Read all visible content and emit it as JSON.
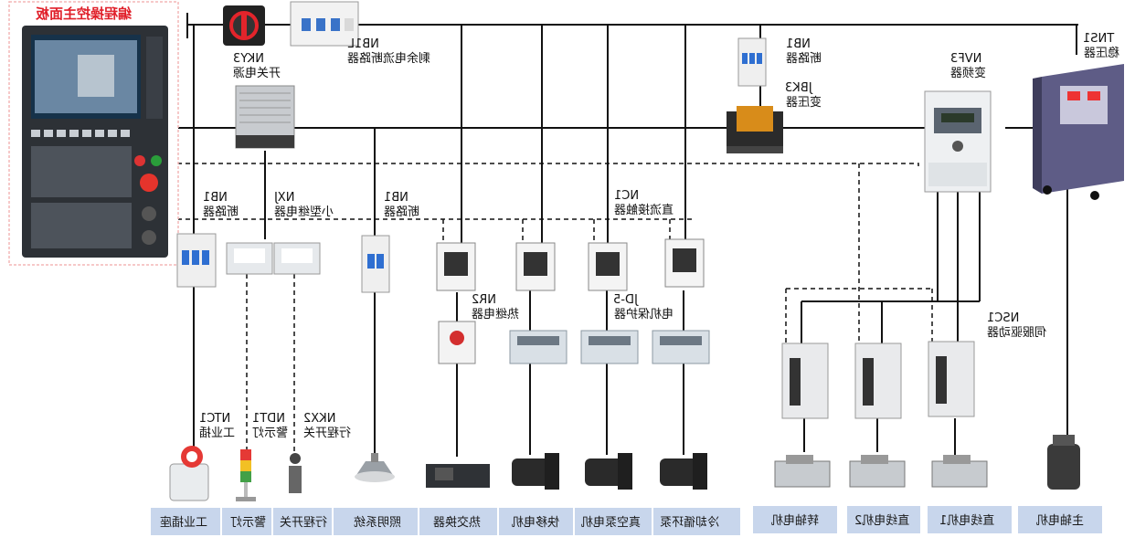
{
  "colors": {
    "bar_bg": "#c8d6ec",
    "accent_red": "#e0202a",
    "panel_border": "#f3b7b7"
  },
  "panel": {
    "title": "编程操控主面板"
  },
  "labels": {
    "nky3": [
      "NKY3",
      "开关电源"
    ],
    "nb1l": [
      "NB1L",
      "剩余电流断路器"
    ],
    "nb1_top": [
      "NB1",
      "断路器"
    ],
    "jbk3": [
      "JBK3",
      "变压器"
    ],
    "nvf3": [
      "NVF3",
      "变频器"
    ],
    "tns1": [
      "TNS1",
      "稳压器"
    ],
    "nb1_a": [
      "NB1",
      "断路器"
    ],
    "nxj": [
      "NXJ",
      "小型继电器"
    ],
    "nb1_b": [
      "NB1",
      "断路器"
    ],
    "nc1": [
      "NC1",
      "直流接触器"
    ],
    "nr2": [
      "NR2",
      "热继电器"
    ],
    "jd5": [
      "JD-5",
      "电机保护器"
    ],
    "nsc1": [
      "NSC1",
      "伺服驱动器"
    ],
    "ntc1": [
      "NTC1",
      "工业插"
    ],
    "ndt1": [
      "NDT1",
      "警示灯"
    ],
    "nkx2": [
      "NKX2",
      "行程开关"
    ]
  },
  "bottom_left": [
    "工业插座",
    "警示灯",
    "行程开关",
    "照明系统",
    "热交换器",
    "快移电机",
    "真空泵电机",
    "冷却循环泵"
  ],
  "bottom_right": [
    "转轴电机",
    "直线电机2",
    "直线电机1",
    "主轴电机"
  ]
}
